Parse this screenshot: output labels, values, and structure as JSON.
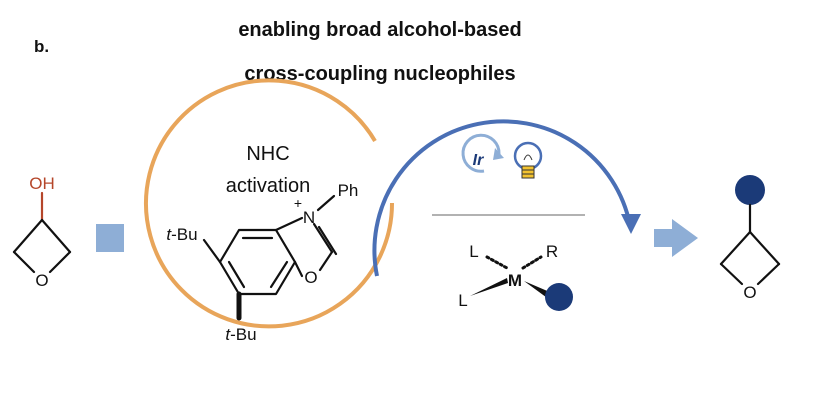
{
  "panel_label": "b.",
  "title": {
    "line1": "enabling broad alcohol-based",
    "line2": "cross-coupling nucleophiles"
  },
  "substrate": {
    "hydroxyl": "OH",
    "ring_oxygen": "O"
  },
  "nhc_cycle": {
    "label_line1": "NHC",
    "label_line2": "activation",
    "tbu_top_prefix": "t",
    "tbu_top_suffix": "-Bu",
    "tbu_bottom_prefix": "t",
    "tbu_bottom_suffix": "-Bu",
    "nitrogen": "N",
    "charge": "+",
    "phenyl": "Ph",
    "oxygen": "O"
  },
  "metal_cycle": {
    "photocatalyst": "Ir",
    "ligand_top": "L",
    "ligand_bottom": "L",
    "metal": "M",
    "r_group": "R"
  },
  "product": {
    "ring_oxygen": "O"
  },
  "colors": {
    "orange_cycle": "#e8a55a",
    "blue_cycle": "#4a6fb5",
    "arrow_blue": "#8eaed6",
    "dark_navy": "#1b3a78",
    "hydroxyl_red": "#b5462a",
    "bulb_yellow": "#f2c230"
  }
}
